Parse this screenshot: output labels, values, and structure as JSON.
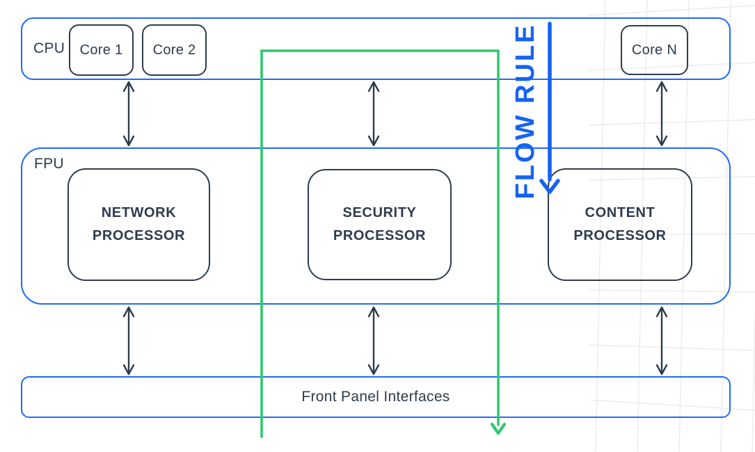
{
  "diagram": {
    "cpu": {
      "label": "CPU",
      "cores": [
        {
          "label": "Core 1"
        },
        {
          "label": "Core 2"
        },
        {
          "label": "Core N"
        }
      ]
    },
    "fpu": {
      "label": "FPU",
      "processors": [
        {
          "lines": [
            "NETWORK",
            "PROCESSOR"
          ]
        },
        {
          "lines": [
            "SECURITY",
            "PROCESSOR"
          ]
        },
        {
          "lines": [
            "CONTENT",
            "PROCESSOR"
          ]
        }
      ]
    },
    "front_panel": {
      "label": "Front Panel Interfaces"
    },
    "flow_rule": {
      "label": "FLOW RULE"
    },
    "connections": [
      "CPU <-> FPU (left, center, right double arrows)",
      "FPU <-> Front Panel Interfaces (left, center, right double arrows)",
      "Green flow path down through Security column to Front Panel",
      "Blue FLOW RULE arrow down into Content Processor"
    ]
  },
  "colors": {
    "accent_blue": "#1b6af7",
    "flow_blue": "#1563f2",
    "green": "#2cc96f",
    "dark": "#2d3b4e",
    "grid": "#ebebeb",
    "background": "#ffffff"
  }
}
